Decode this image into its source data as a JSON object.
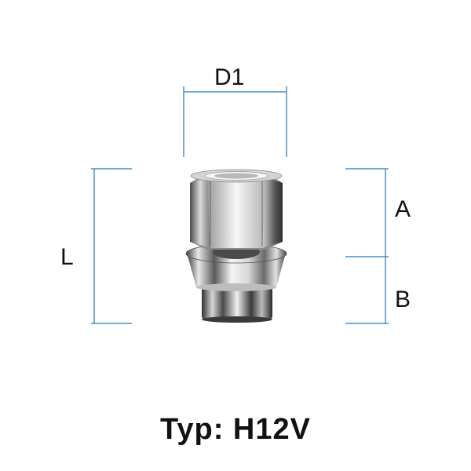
{
  "dimensions": {
    "d1": "D1",
    "l": "L",
    "a": "A",
    "b": "B"
  },
  "caption": "Typ: H12V",
  "colors": {
    "dimension_lines": "#4a90c4",
    "text": "#111111",
    "chrome_light": "#f2f2f2",
    "chrome_dark": "#3a3a3a"
  },
  "icons": {
    "product": "wheel-nut-icon"
  }
}
